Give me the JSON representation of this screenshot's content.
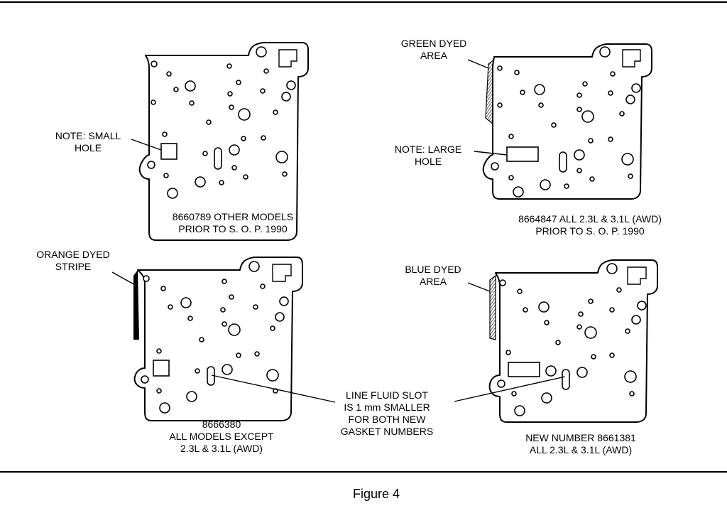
{
  "figure": {
    "caption": "Figure 4"
  },
  "panels": {
    "top_left": {
      "caption_lines": [
        "8660789 OTHER MODELS",
        "PRIOR TO S. O. P. 1990"
      ],
      "note_lines": [
        "NOTE: SMALL",
        "HOLE"
      ]
    },
    "top_right": {
      "caption_lines": [
        "8664847 ALL 2.3L & 3.1L (AWD)",
        "PRIOR TO S. O. P. 1990"
      ],
      "note_lines": [
        "NOTE: LARGE",
        "HOLE"
      ],
      "dye_lines": [
        "GREEN DYED",
        "AREA"
      ]
    },
    "bottom_left": {
      "caption_lines": [
        "8666380",
        "ALL MODELS EXCEPT",
        "2.3L & 3.1L (AWD)"
      ],
      "dye_lines": [
        "ORANGE DYED",
        "STRIPE"
      ]
    },
    "bottom_right": {
      "caption_lines": [
        "NEW NUMBER 8661381",
        "ALL 2.3L & 3.1L (AWD)"
      ],
      "dye_lines": [
        "BLUE DYED",
        "AREA"
      ]
    }
  },
  "shared_callout": {
    "lines": [
      "LINE FLUID SLOT",
      "IS 1 mm SMALLER",
      "FOR BOTH NEW",
      "GASKET NUMBERS"
    ]
  }
}
